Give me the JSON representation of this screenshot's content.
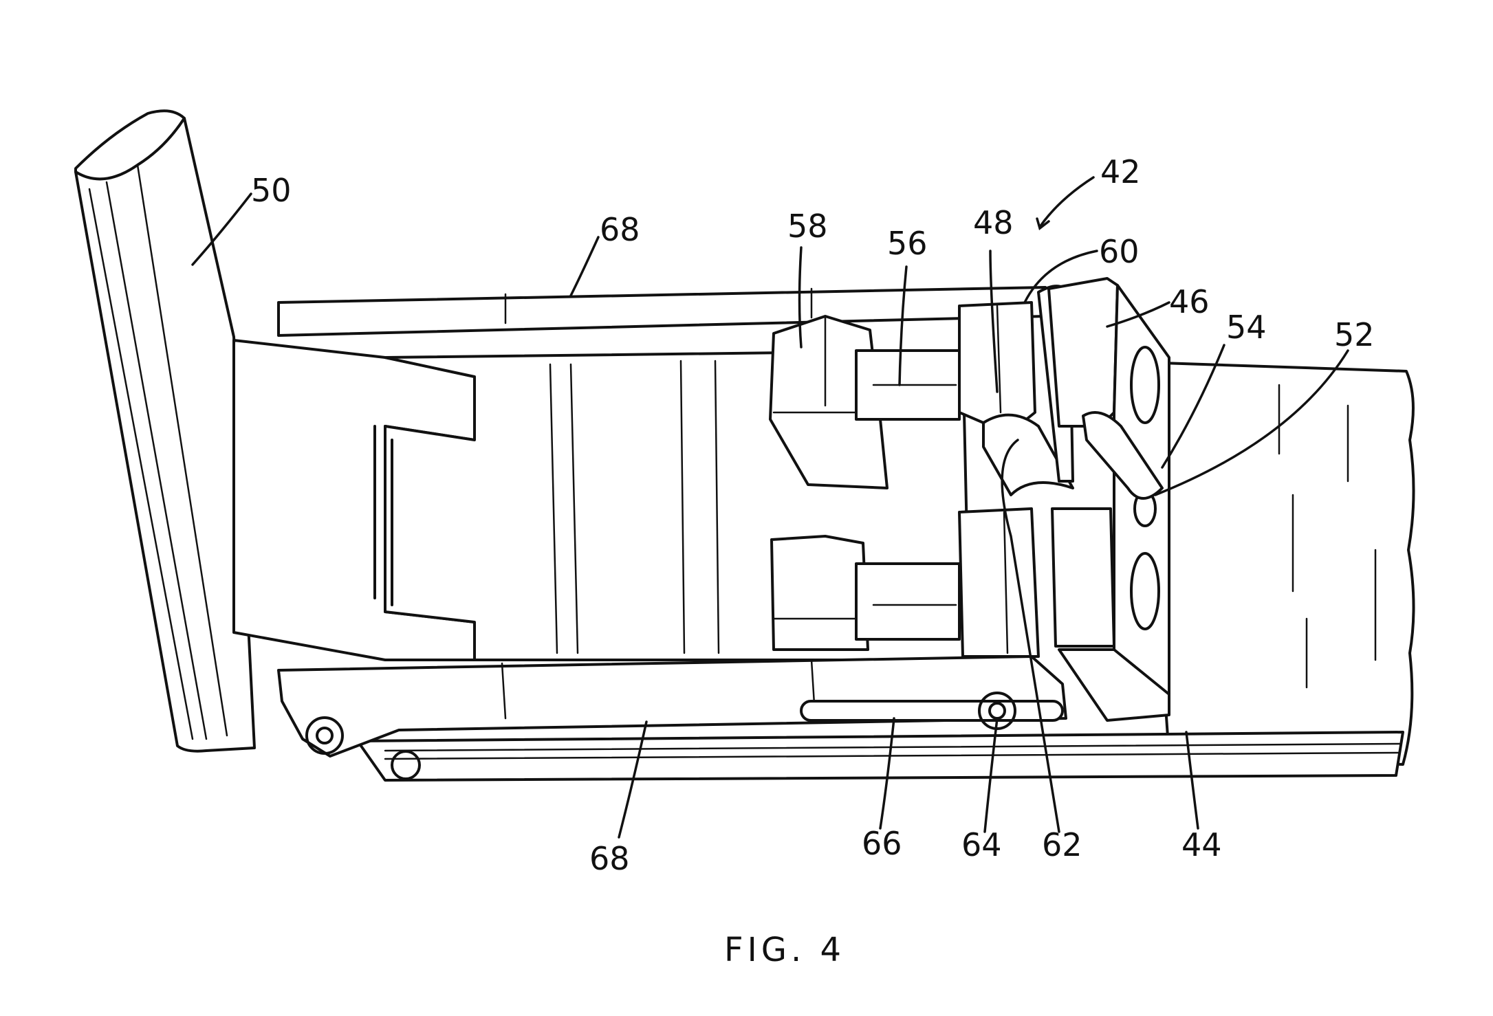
{
  "figure": {
    "caption": "FIG. 4",
    "reference_numerals": {
      "ref_42": "42",
      "ref_50": "50",
      "ref_68_top": "68",
      "ref_58": "58",
      "ref_56": "56",
      "ref_48": "48",
      "ref_60": "60",
      "ref_46": "46",
      "ref_54": "54",
      "ref_52": "52",
      "ref_68_bottom": "68",
      "ref_66": "66",
      "ref_64": "64",
      "ref_62": "62",
      "ref_44": "44"
    }
  }
}
